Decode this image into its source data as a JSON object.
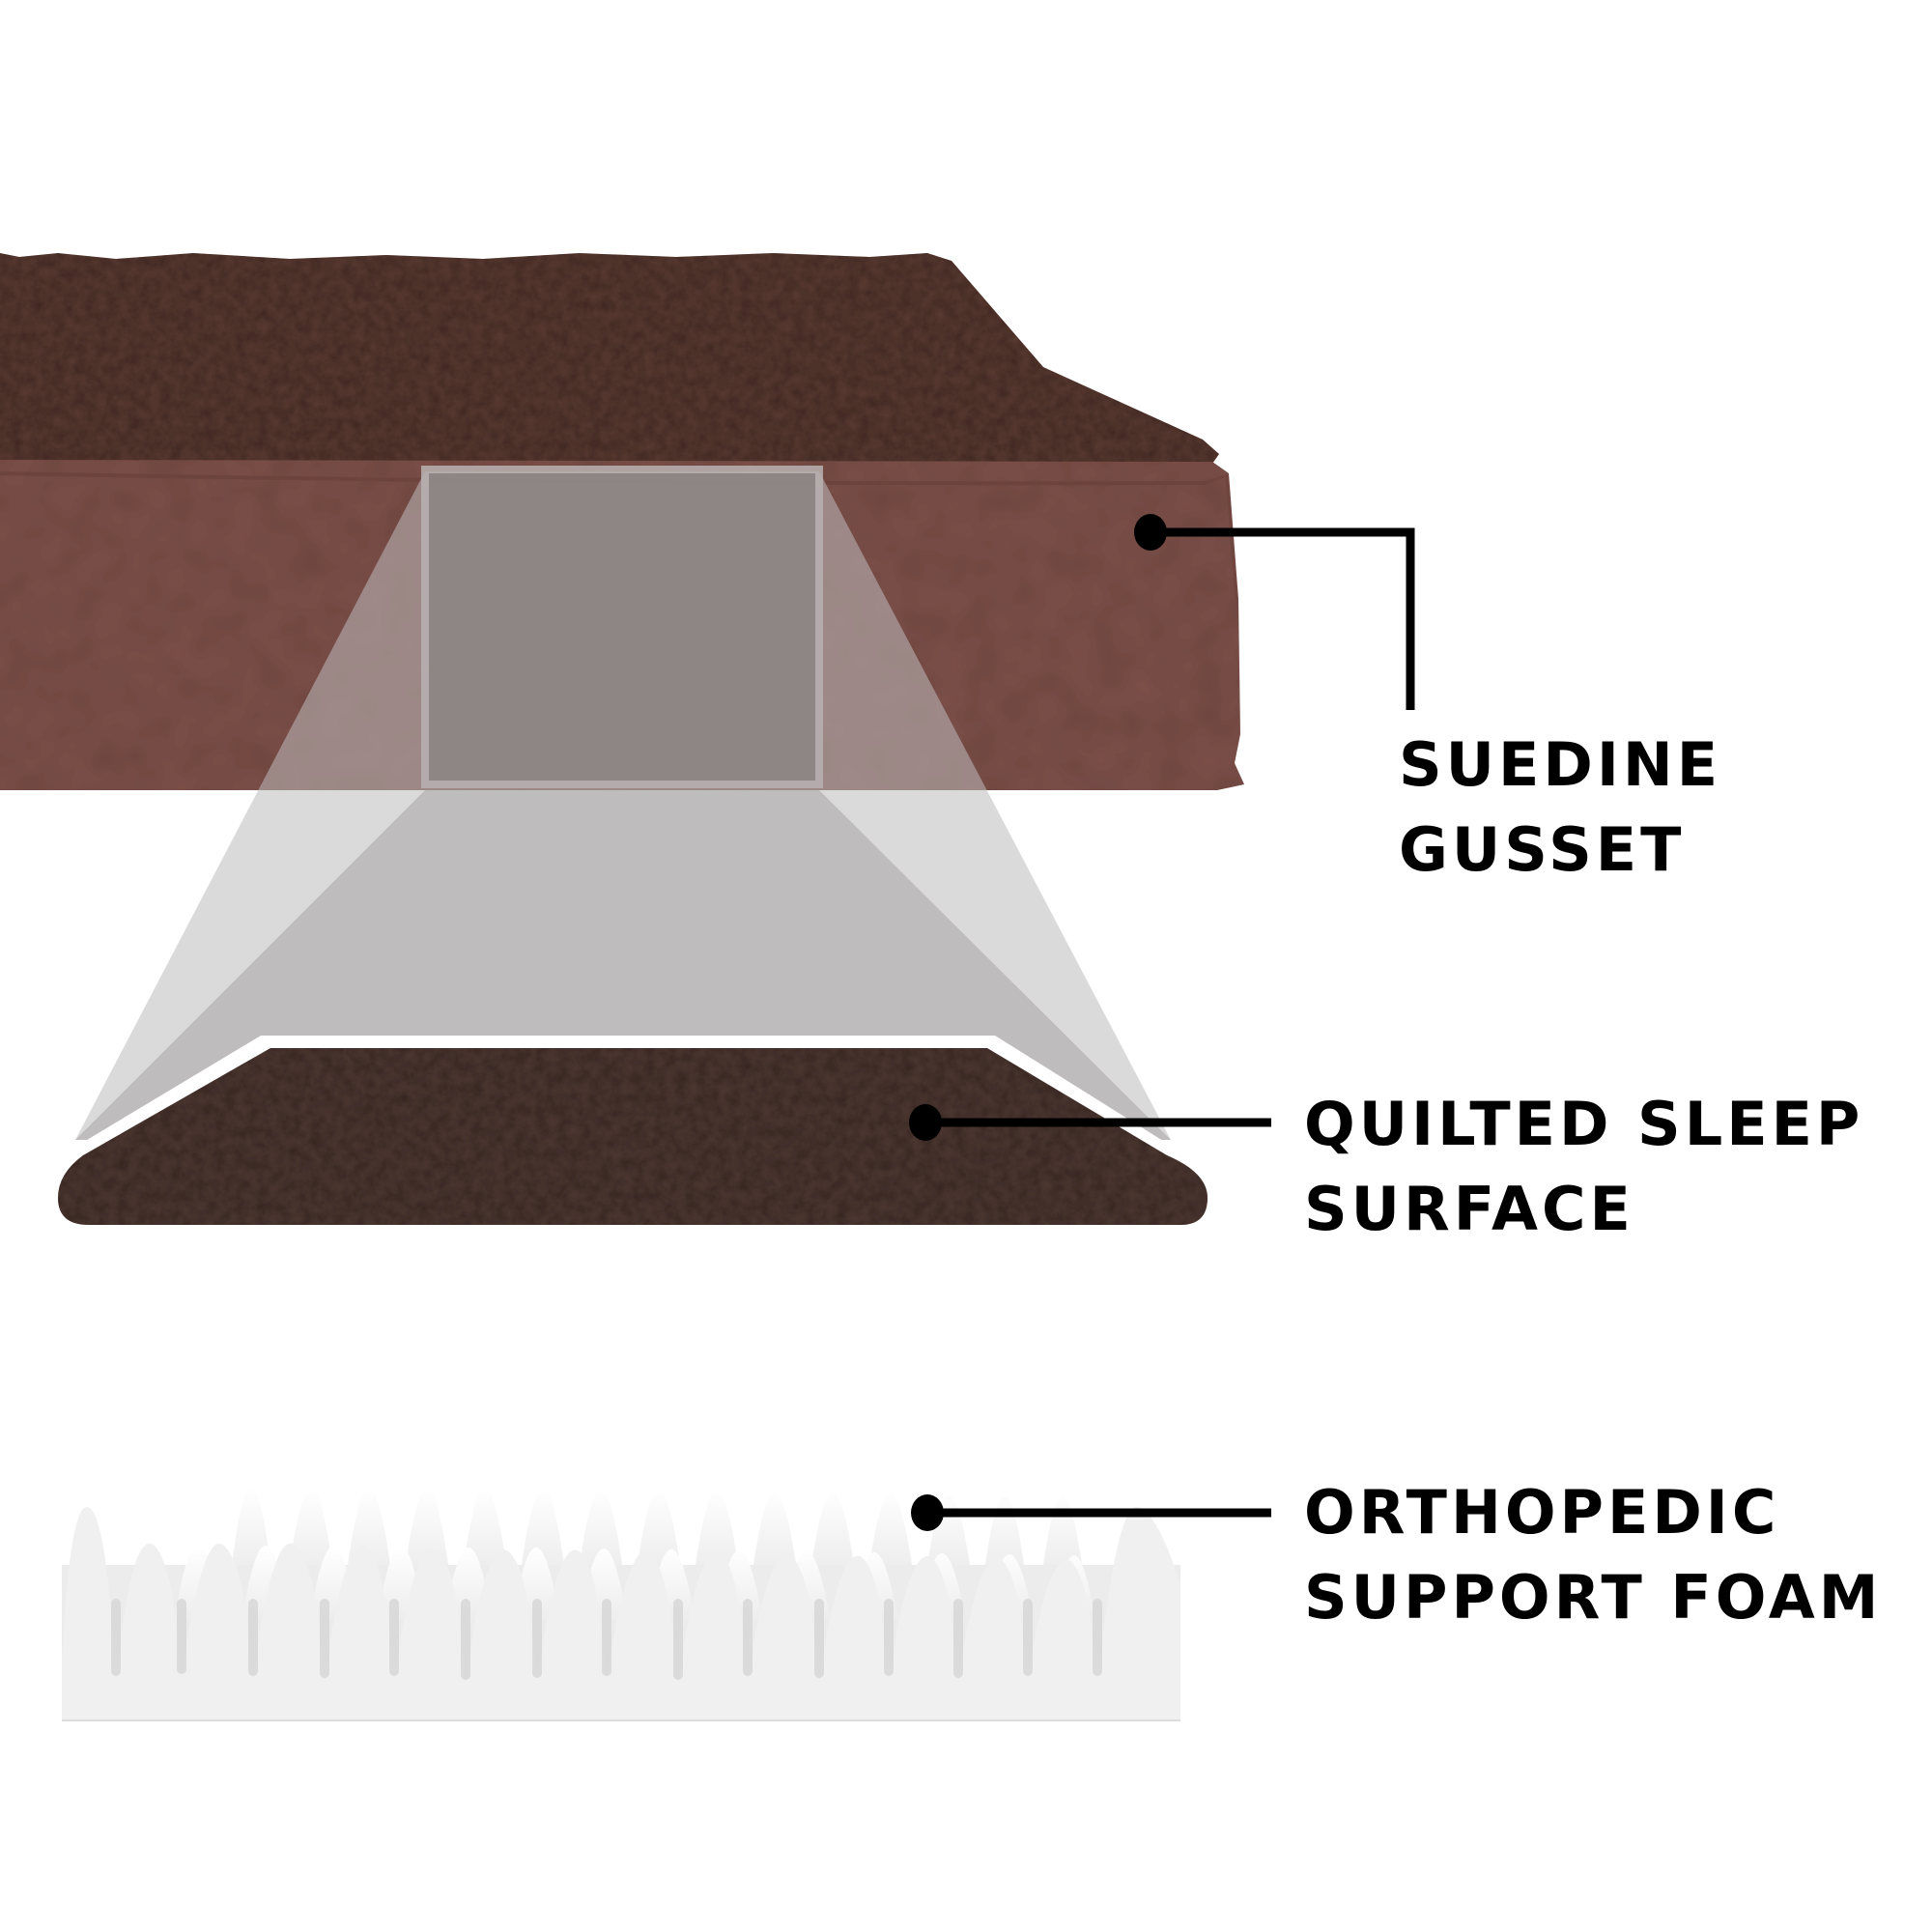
{
  "diagram": {
    "subject": "Orthopedic pet bed layer breakdown",
    "colors": {
      "background": "#ffffff",
      "fur_top": "#5a3a32",
      "gusset": "#7d5049",
      "gusset_light": "#8a5d56",
      "zoom_box": "#8c8585",
      "zoom_beam": "#bebcbd",
      "quilted_surface": "#4e3832",
      "foam": "#f1f1f1",
      "foam_shadow": "#d8d8d8",
      "callout": "#000000"
    },
    "callouts": [
      {
        "id": "suedine-gusset",
        "line1": "SUEDINE",
        "line2": "GUSSET"
      },
      {
        "id": "quilted-sleep-surface",
        "line1": "QUILTED SLEEP",
        "line2": "SURFACE"
      },
      {
        "id": "orthopedic-support-foam",
        "line1": "ORTHOPEDIC",
        "line2": "SUPPORT FOAM"
      }
    ]
  }
}
